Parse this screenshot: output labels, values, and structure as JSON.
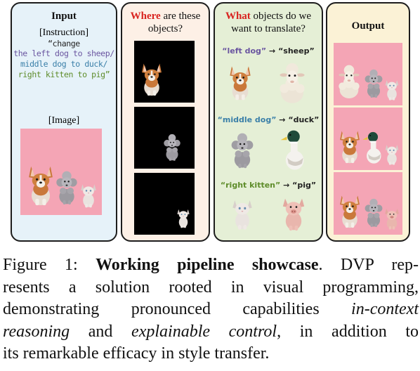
{
  "input_panel": {
    "title": "Input",
    "instruction_tag": "[Instruction]",
    "quote_line": "“change",
    "line_left": "the left dog to sheep/",
    "line_middle": "middle dog to duck/",
    "line_right": "right kitten to pig”",
    "image_tag": "[Image]"
  },
  "where_panel": {
    "title_highlight": "Where",
    "title_rest_1": " are these",
    "title_rest_2": "objects?"
  },
  "what_panel": {
    "title_highlight": "What",
    "title_rest_1": " objects do we",
    "title_rest_2": "want to translate?",
    "translations": [
      {
        "from": "“left dog”",
        "arrow": " → ",
        "to": "“sheep”"
      },
      {
        "from": "“middle dog”",
        "arrow": " → ",
        "to": "“duck”"
      },
      {
        "from": "“right kitten”",
        "arrow": " → ",
        "to": "“pig”"
      }
    ]
  },
  "output_panel": {
    "title": "Output"
  },
  "caption": {
    "label": "Figure 1: ",
    "bold": "Working pipeline showcase",
    "rest_1": ". DVP rep-",
    "line_2": "resents a solution rooted in visual programming,",
    "line_3": "demonstrating pronounced capabilities ",
    "italic_1": "in-context",
    "italic_2": "reasoning",
    "mid_4": " and ",
    "italic_3": "explainable control",
    "rest_4": ", in addition to",
    "line_5": "its remarkable efficacy in style transfer."
  },
  "colors": {
    "highlight_red": "#d9231f",
    "input_bg": "#e6f2f9",
    "where_bg": "#fdf0e6",
    "what_bg": "#e5efd6",
    "output_bg": "#fbf2d6",
    "photo_pink": "#f4a5b5",
    "left_text": "#6a55a0",
    "middle_text": "#3a7fa8",
    "right_text": "#5e8c2a"
  }
}
